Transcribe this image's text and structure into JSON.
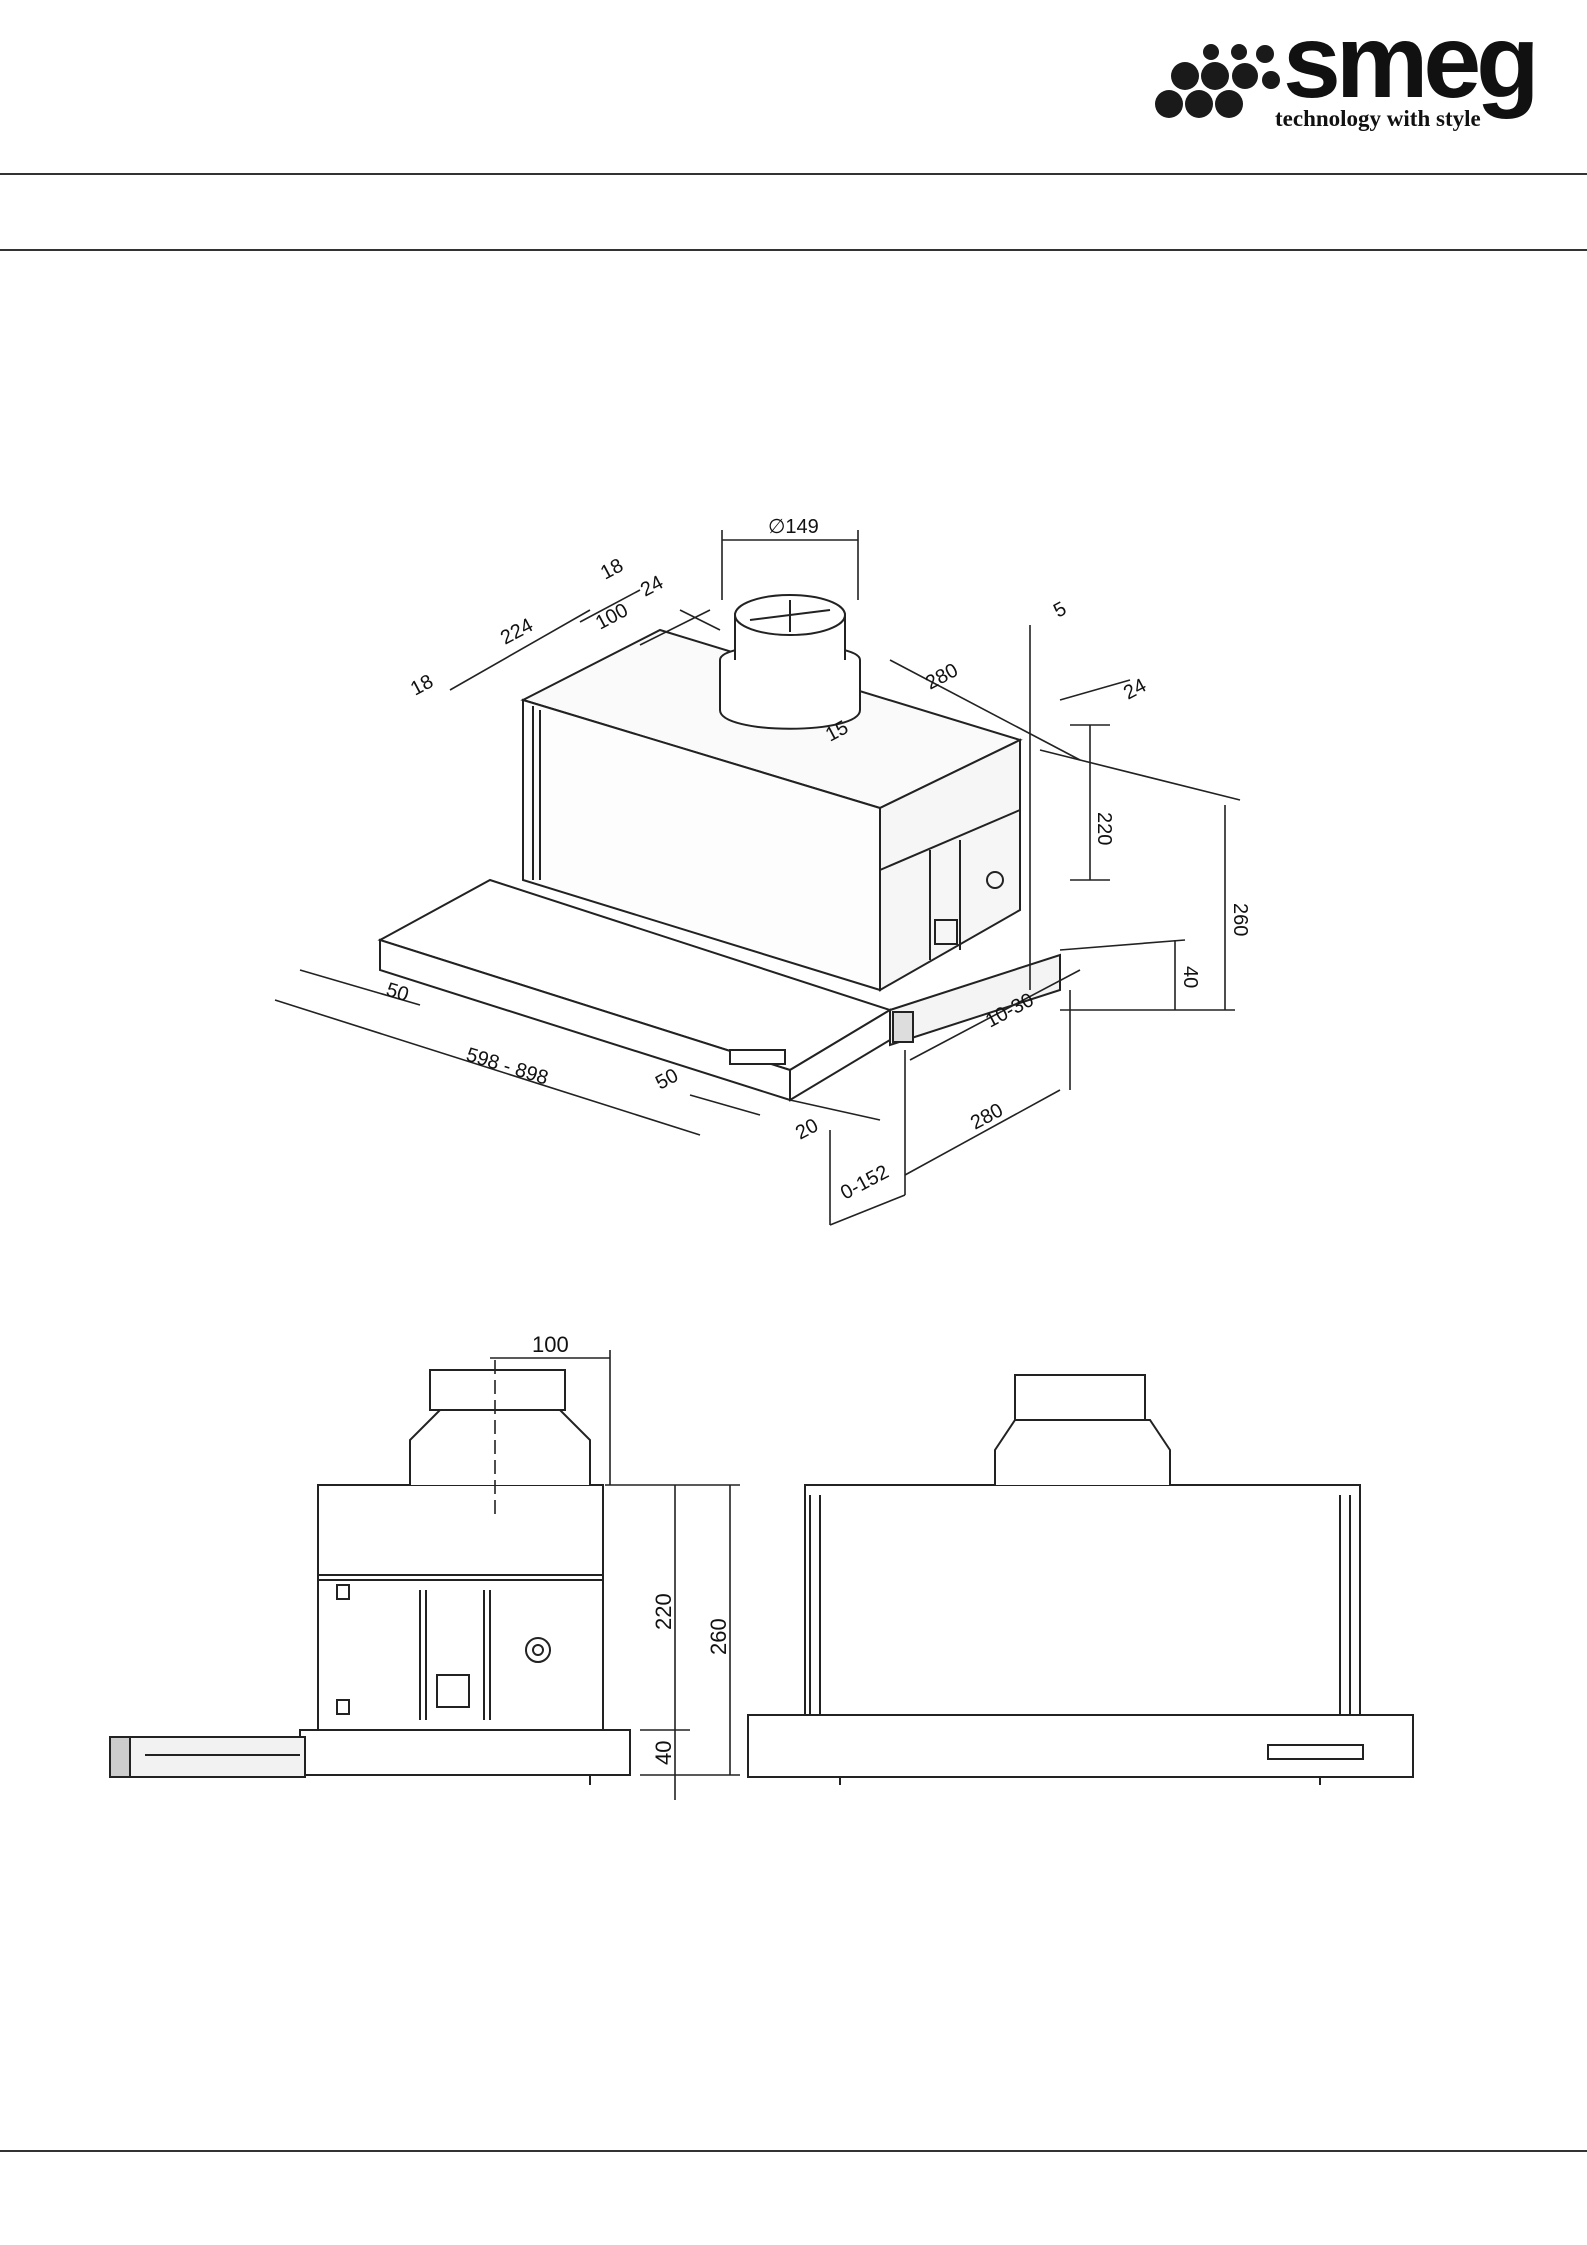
{
  "brand": {
    "name": "smeg",
    "tagline": "technology with style",
    "color": "#1a1a1a"
  },
  "iso_view": {
    "dims": {
      "duct_diameter": "∅149",
      "d18_top": "18",
      "d24_top": "24",
      "d224": "224",
      "d100_top": "100",
      "d18_left": "18",
      "d5": "5",
      "d280_top": "280",
      "d24_right": "24",
      "d15": "15",
      "d220": "220",
      "d260": "260",
      "d40": "40",
      "d50_left": "50",
      "d598_898": "598 - 898",
      "d50_right": "50",
      "d10_30": "10-30",
      "d20": "20",
      "d280_bottom": "280",
      "d0_152": "0-152"
    }
  },
  "side_view": {
    "dims": {
      "d100": "100",
      "d220": "220",
      "d260": "260",
      "d40": "40"
    }
  }
}
